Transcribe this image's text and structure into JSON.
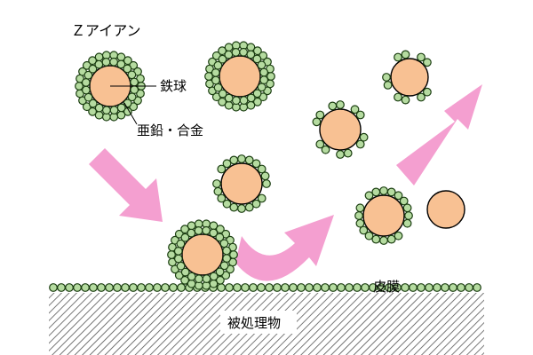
{
  "title": "Ｚアイアン",
  "labels": {
    "iron_ball": "鉄球",
    "zinc_alloy": "亜鉛・合金",
    "film": "皮膜",
    "substrate": "被処理物"
  },
  "colors": {
    "core_fill": "#f8c193",
    "bead_fill": "#b5dba0",
    "bead_stroke": "#1a3d10",
    "arrow_fill": "#f49fd0",
    "hatch_line": "#555555",
    "line": "#000000"
  }
}
